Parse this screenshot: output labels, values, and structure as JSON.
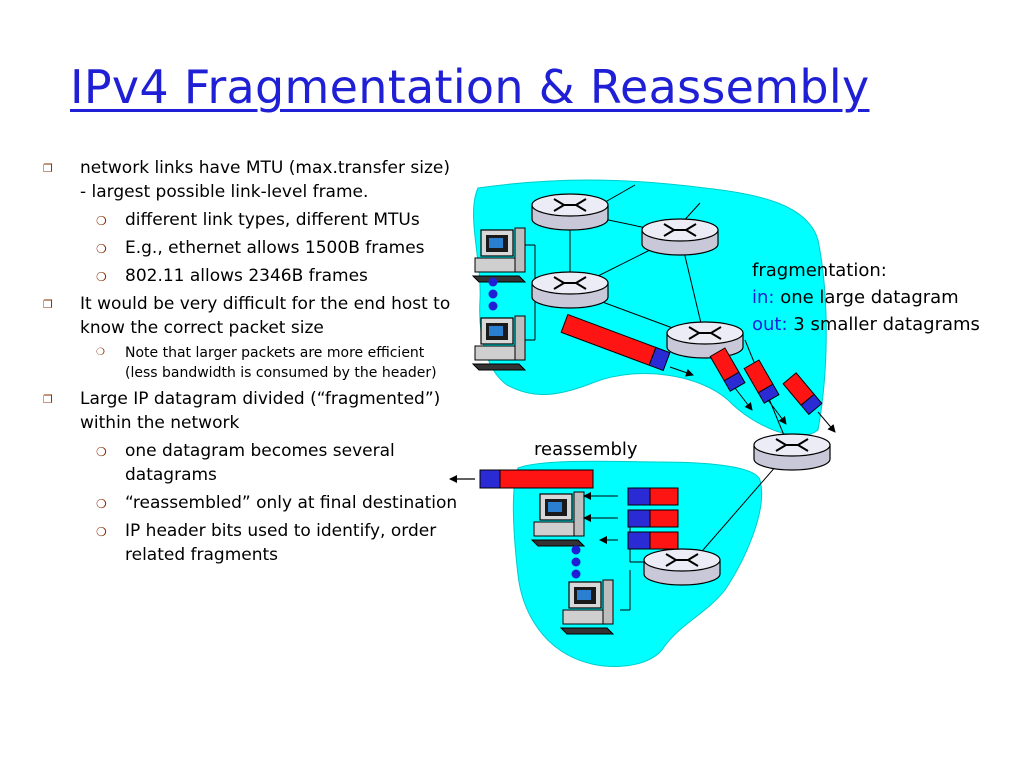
{
  "title": "IPv4 Fragmentation & Reassembly",
  "bullets": [
    {
      "level": 1,
      "text": "network links have MTU (max.transfer size) - largest possible link-level frame."
    },
    {
      "level": 2,
      "text": "different link types, different MTUs"
    },
    {
      "level": 2,
      "text": "E.g., ethernet allows 1500B frames"
    },
    {
      "level": 2,
      "text": "802.11 allows 2346B frames"
    },
    {
      "level": 1,
      "text": "It would be very difficult for the end host to know the correct packet size"
    },
    {
      "level": 3,
      "text": "Note that larger packets are more efficient (less bandwidth is consumed by the header)"
    },
    {
      "level": 1,
      "text": "Large IP datagram divided (“fragmented”) within the network"
    },
    {
      "level": 2,
      "text": "one datagram becomes several datagrams"
    },
    {
      "level": 2,
      "text": "“reassembled” only at final destination"
    },
    {
      "level": 2,
      "text": "IP header bits used to identify, order related fragments"
    }
  ],
  "diagram": {
    "fragmentation_label": "fragmentation:",
    "in_label": "in:",
    "in_text": "one large datagram",
    "out_label": "out:",
    "out_text": "3 smaller datagrams",
    "reassembly_label": "reassembly",
    "colors": {
      "cloud": "#00ffff",
      "header": "#2b2bd6",
      "payload": "#ff1414",
      "router": "#e8e8f2",
      "accent": "#1f1fd6",
      "bullet": "#8b2a00"
    },
    "icons": [
      "router-icon",
      "computer-icon",
      "ellipsis-dots"
    ]
  }
}
